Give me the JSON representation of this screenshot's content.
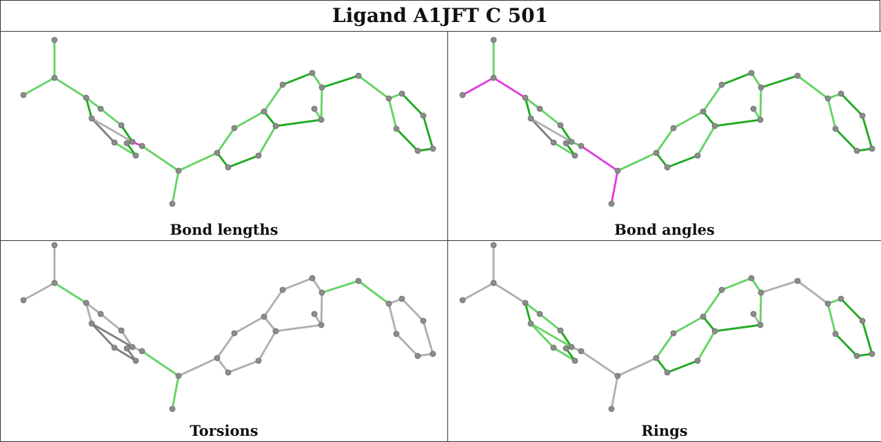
{
  "title": "Ligand A1JFT C 501",
  "panels": [
    {
      "caption": "Bond lengths"
    },
    {
      "caption": "Bond angles"
    },
    {
      "caption": "Torsions"
    },
    {
      "caption": "Rings"
    }
  ],
  "colors": {
    "atom": "#8c8c8c",
    "green_light": "#66d466",
    "green_dark": "#22aa22",
    "magenta": "#e040e0",
    "grey_bond": "#b0b0b0",
    "grey_dark": "#808080"
  }
}
